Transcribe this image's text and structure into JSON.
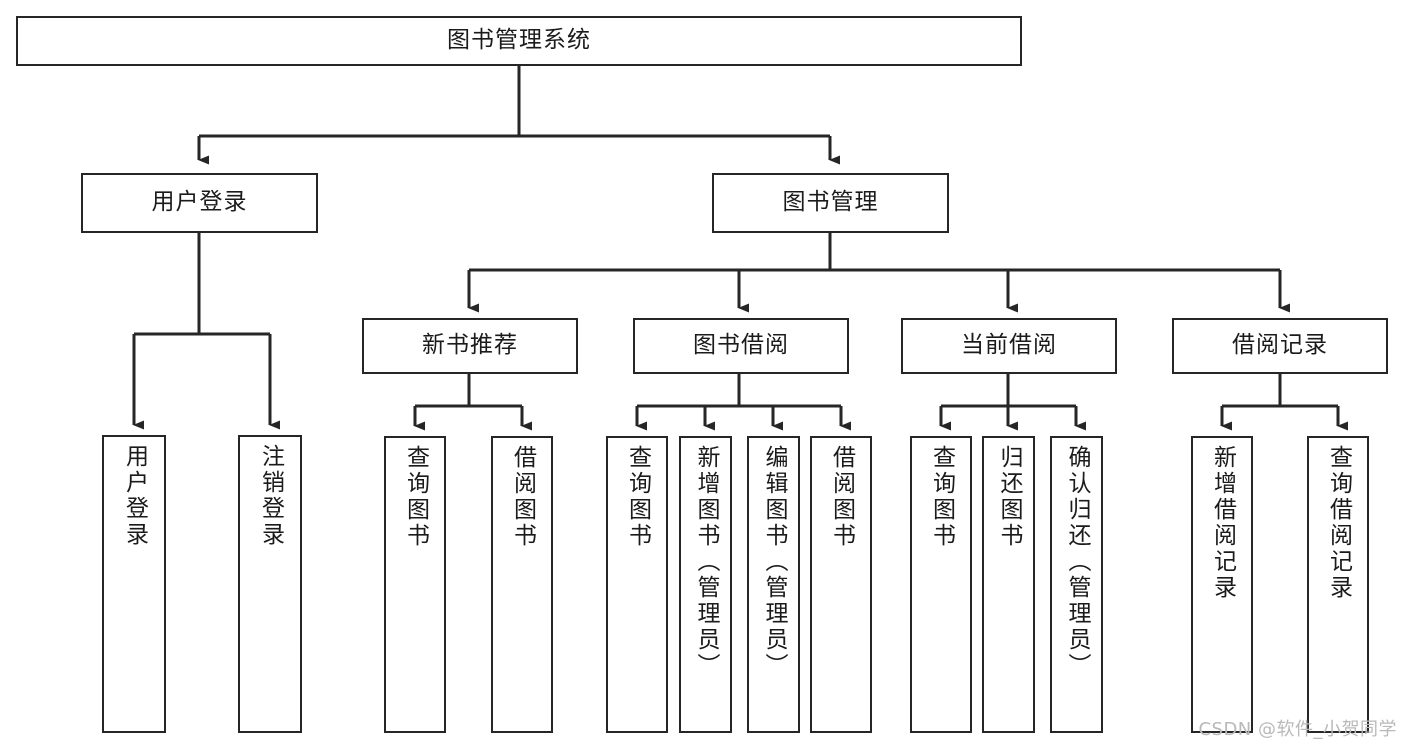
{
  "diagram": {
    "title": "图书管理系统",
    "type": "tree-hierarchy-chart",
    "watermark": "CSDN @软件_小贺同学",
    "colors": {
      "stroke": "#262626",
      "fill": "#ffffff",
      "text": "#1b1b1b",
      "watermark": "#b9b9b9"
    },
    "root": {
      "label": "图书管理系统"
    },
    "level2": [
      {
        "label": "用户登录"
      },
      {
        "label": "图书管理"
      },
      {
        "label": "新书推荐"
      },
      {
        "label": "图书借阅"
      },
      {
        "label": "当前借阅"
      },
      {
        "label": "借阅记录"
      }
    ],
    "leaves": {
      "user_login": [
        {
          "label": "用户登录"
        },
        {
          "label": "注销登录"
        }
      ],
      "new_book": [
        {
          "label": "查询图书"
        },
        {
          "label": "借阅图书"
        }
      ],
      "book_borrow": [
        {
          "label": "查询图书"
        },
        {
          "label": "新增图书（管理员）"
        },
        {
          "label": "编辑图书（管理员）"
        },
        {
          "label": "借阅图书"
        }
      ],
      "current_borrow": [
        {
          "label": "查询图书"
        },
        {
          "label": "归还图书"
        },
        {
          "label": "确认归还（管理员）"
        }
      ],
      "borrow_record": [
        {
          "label": "新增借阅记录"
        },
        {
          "label": "查询借阅记录"
        }
      ]
    }
  }
}
